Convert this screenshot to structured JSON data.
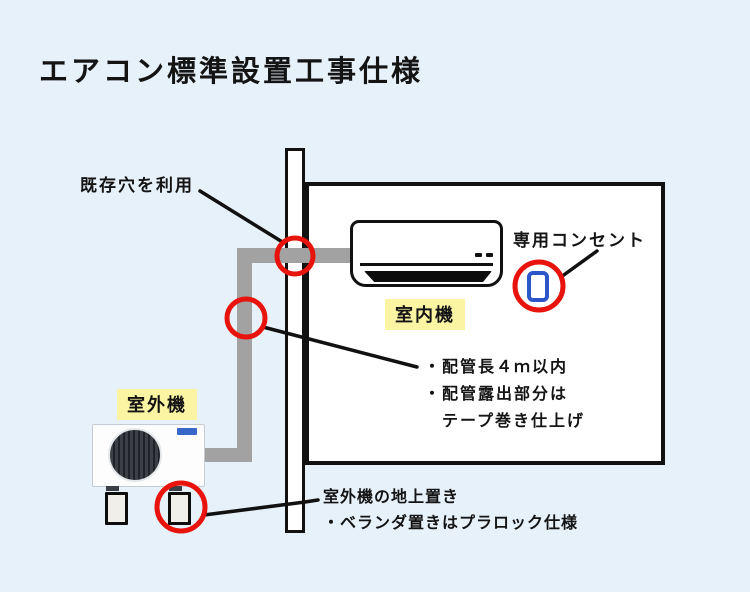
{
  "title": "エアコン標準設置工事仕様",
  "labels": {
    "existing_hole": "既存穴を利用",
    "dedicated_outlet": "専用コンセント",
    "indoor_unit": "室内機",
    "outdoor_unit": "室外機"
  },
  "notes": {
    "piping": {
      "line1": "・配管長４ｍ以内",
      "line2": "・配管露出部分は",
      "line3": "テープ巻き仕上げ"
    },
    "ground": {
      "line1": "室外機の地上置き",
      "line2": "・ベランダ置きはプラロック仕様"
    }
  },
  "colors": {
    "background": "#E7F1FA",
    "highlight_red": "#E8130C",
    "label_yellow": "#FAF4A3",
    "pipe_gray": "#A2A2A2",
    "outlet_blue": "#2B55C9",
    "line_black": "#111111"
  }
}
